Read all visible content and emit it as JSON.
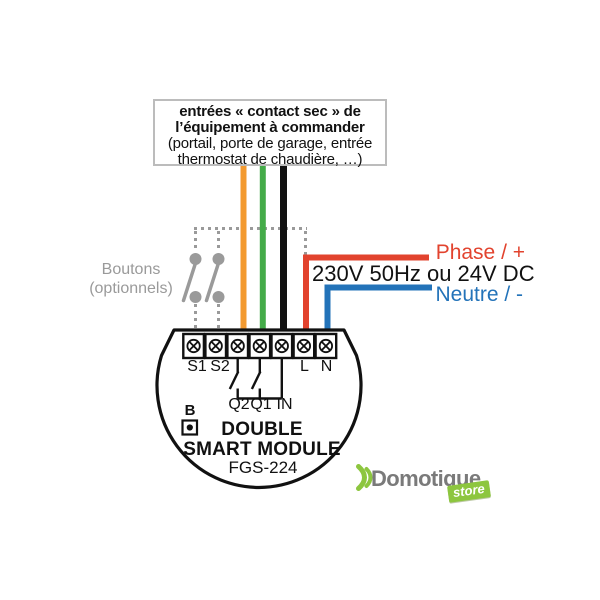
{
  "colors": {
    "wire-orange": "#F39A30",
    "wire-green": "#44AB49",
    "wire-black": "#111111",
    "wire-red": "#E2432E",
    "wire-blue": "#2373B9",
    "switch-gray": "#9A9A9A",
    "logo-green": "#8DC63F",
    "logo-gray": "#7A7A7A"
  },
  "note_box": {
    "lines": [
      "entrées « contact sec » de",
      "l’équipement à commander",
      "(portail, porte de garage, entrée",
      "thermostat de chaudière, …)"
    ]
  },
  "buttons": {
    "line1": "Boutons",
    "line2": "(optionnels)"
  },
  "power": {
    "phase": "Phase / +",
    "voltage": "230V 50Hz ou 24V DC",
    "neutral": "Neutre / -"
  },
  "module": {
    "terminal_labels": [
      "S1",
      "S2",
      "L",
      "N"
    ],
    "output_labels": [
      "Q2",
      "Q1",
      "IN"
    ],
    "button": "B",
    "name1": "DOUBLE",
    "name2": "SMART MODULE",
    "model": "FGS-224"
  },
  "logo": {
    "brand": "Domotique",
    "badge": "store"
  }
}
